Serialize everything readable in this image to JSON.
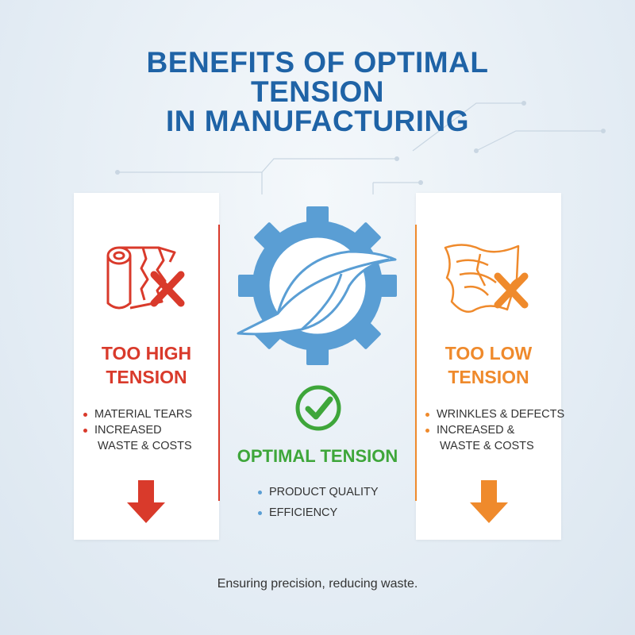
{
  "title": {
    "line1": "BENEFITS OF OPTIMAL",
    "line2": "TENSION",
    "line3": "IN MANUFACTURING"
  },
  "left_panel": {
    "heading_line1": "TOO HIGH",
    "heading_line2": "TENSION",
    "bullets": [
      "MATERIAL TEARS",
      "INCREASED",
      "WASTE & COSTS"
    ],
    "icon": "torn-roll-icon",
    "color": "#d93a2b"
  },
  "center_panel": {
    "heading": "OPTIMAL TENSION",
    "bullets": [
      "PRODUCT QUALITY",
      "EFFICIENCY"
    ],
    "icon": "gear-leaf-icon",
    "check_icon": "check-circle-icon",
    "color": "#3ea63a",
    "gear_color": "#5a9ed4"
  },
  "right_panel": {
    "heading_line1": "TOO LOW",
    "heading_line2": "TENSION",
    "bullets": [
      "WRINKLES & DEFECTS",
      "INCREASED &",
      "WASTE & COSTS"
    ],
    "icon": "wrinkled-sheet-icon",
    "color": "#ef8a2c"
  },
  "footer": {
    "tagline": "Ensuring precision, reducing waste."
  }
}
